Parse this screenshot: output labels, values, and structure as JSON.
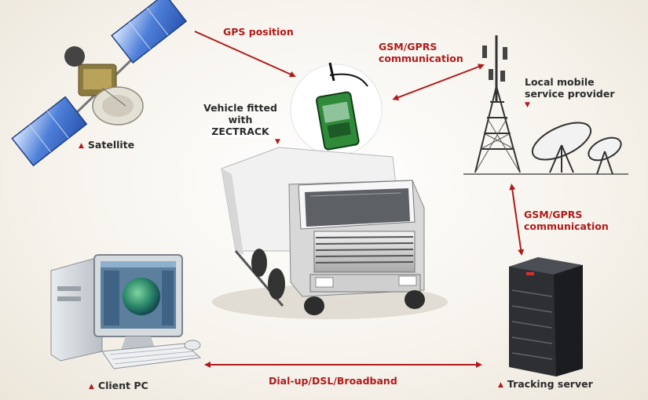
{
  "labels": {
    "gps_position": "GPS position",
    "gsm_top": [
      "GSM/GPRS",
      "communication"
    ],
    "gsm_right": [
      "GSM/GPRS",
      "communication"
    ],
    "local_provider": [
      "Local mobile",
      "service provider"
    ],
    "vehicle": [
      "Vehicle fitted",
      "with",
      "ZECTRACK"
    ],
    "satellite": "Satellite",
    "client_pc": "Client PC",
    "tracking_server": "Tracking server",
    "dialup": "Dial-up/DSL/Broadband"
  },
  "icons": [
    "satellite-icon",
    "truck-icon",
    "tracking-device-icon",
    "cell-tower-icon",
    "satellite-dish-icon",
    "server-icon",
    "client-pc-icon"
  ],
  "colors": {
    "arrow": "#b01a1a",
    "label_red": "#b01a1a",
    "label_dark": "#2b2b2b",
    "device_green": "#2f8a3a"
  }
}
